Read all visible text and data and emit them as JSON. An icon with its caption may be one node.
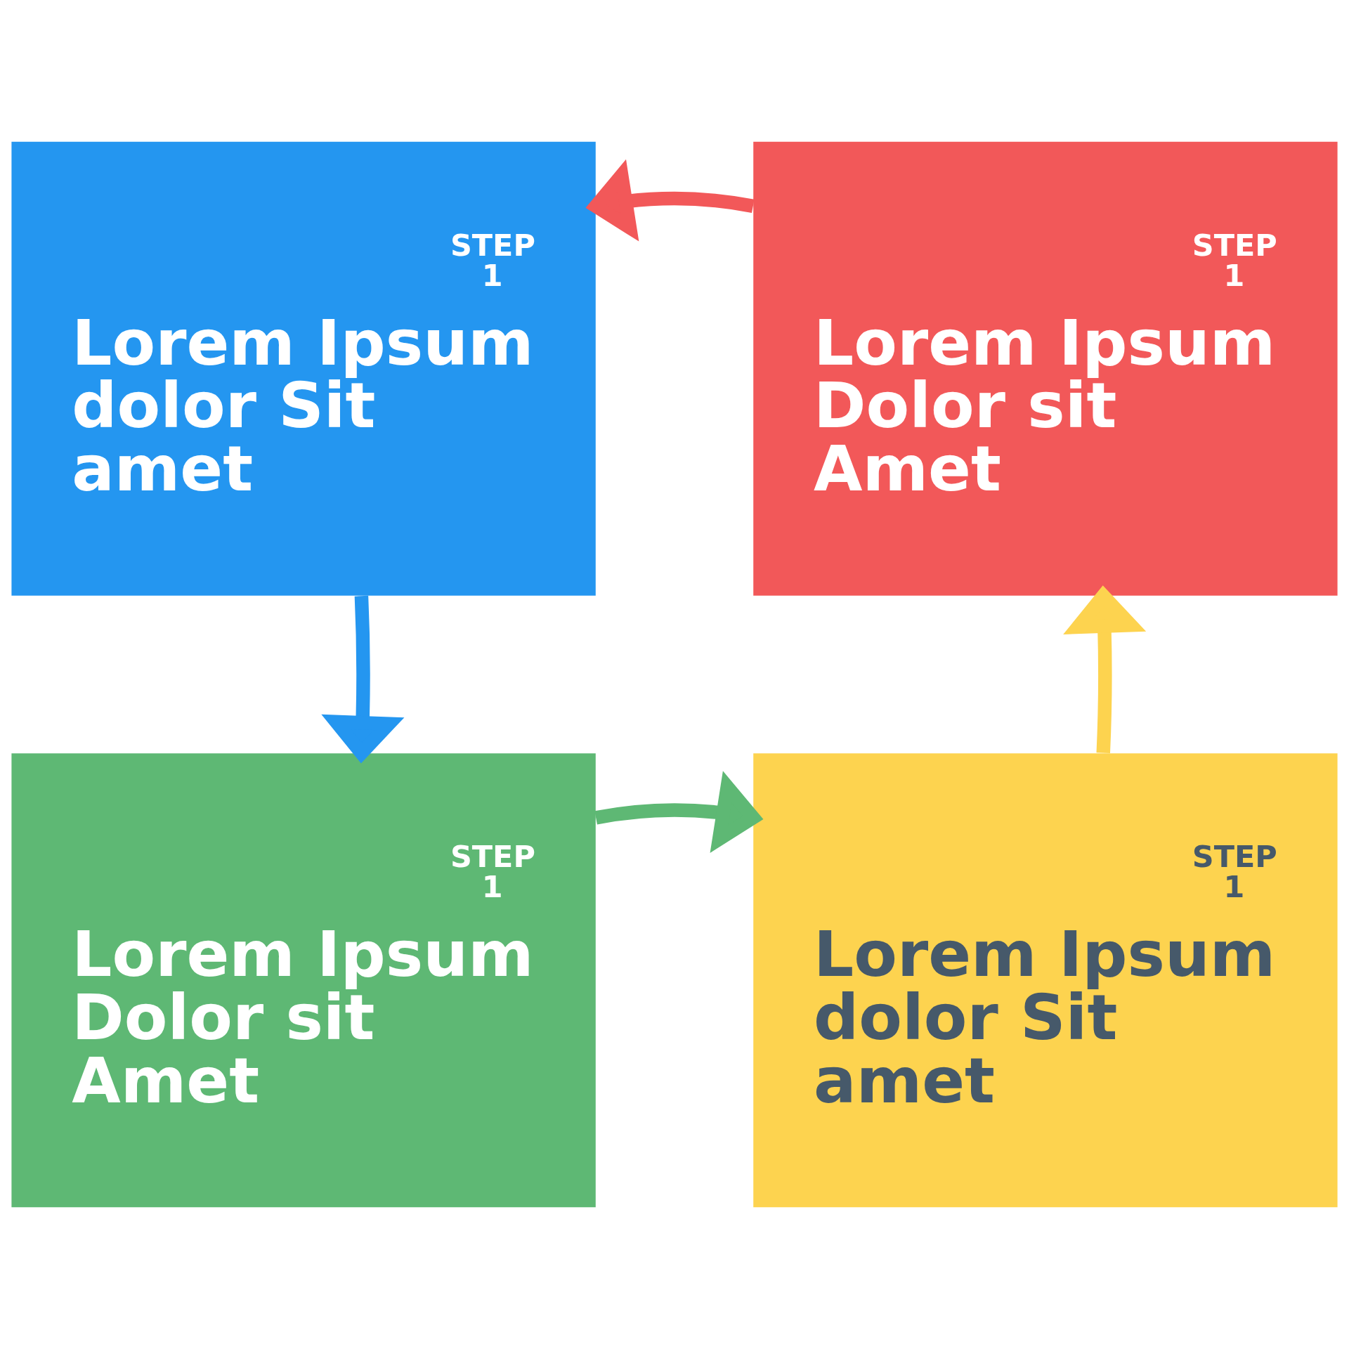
{
  "diagram": {
    "nodes": [
      {
        "text": [
          "STEP 1",
          "Lorem Ipsum dolor Sit amet"
        ]
      },
      {
        "text": [
          "STEP 1",
          "Lorem Ipsum Dolor sit Amet"
        ]
      },
      {
        "text": [
          "STEP 1",
          "Lorem Ipsum Dolor sit Amet"
        ]
      },
      {
        "text": [
          "STEP 1",
          "Lorem Ipsum dolor Sit amet"
        ]
      }
    ],
    "edges": [
      {
        "from": 0,
        "to": 2,
        "arrow": "to",
        "color": "#2496f0"
      },
      {
        "from": 2,
        "to": 3,
        "arrow": "to",
        "color": "#5eb874"
      },
      {
        "from": 3,
        "to": 1,
        "arrow": "to",
        "color": "#fdd34f"
      },
      {
        "from": 1,
        "to": 0,
        "arrow": "to",
        "color": "#f25859"
      }
    ]
  }
}
